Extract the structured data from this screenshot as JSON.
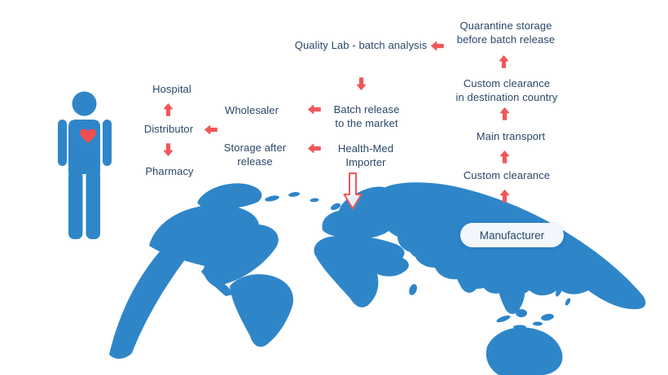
{
  "flow": {
    "nodes": {
      "quarantine_storage": "Quarantine storage\nbefore batch release",
      "quality_lab": "Quality Lab - batch analysis",
      "custom_clearance_destination": "Custom clearance\nin destination country",
      "main_transport": "Main transport",
      "custom_clearance": "Custom clearance",
      "manufacturer": "Manufacturer",
      "batch_release": "Batch release\nto the market",
      "health_med_importer": "Health-Med\nImporter",
      "wholesaler": "Wholesaler",
      "storage_after_release": "Storage after\nrelease",
      "hospital": "Hospital",
      "distributor": "Distributor",
      "pharmacy": "Pharmacy"
    }
  },
  "icons": {
    "person": "person-with-heart-icon",
    "heart": "heart-icon",
    "world_map": "world-map-graphic",
    "solid_arrow": "red-flow-arrow",
    "importer_arrow": "outlined-down-arrow"
  },
  "colors": {
    "background": "#ffffff",
    "map": "#2e86c9",
    "person": "#2e86c9",
    "arrow": "#f0575a",
    "heart": "#ef4d52",
    "text": "#2a4768",
    "manufacturer_pill_bg": "#f1f7fd"
  }
}
